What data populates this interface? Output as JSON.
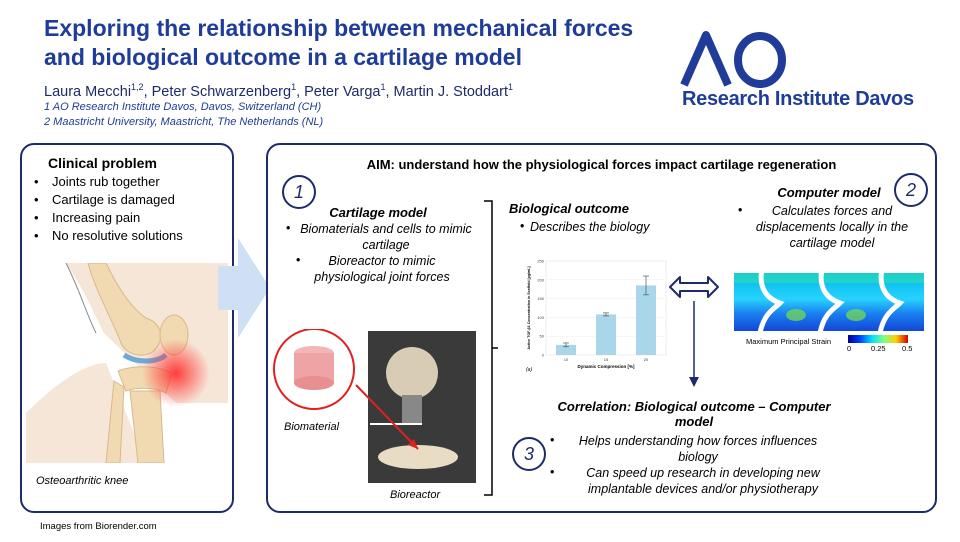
{
  "header": {
    "title": "Exploring the relationship between mechanical forces and biological outcome in a cartilage model",
    "authors": [
      {
        "name": "Laura Mecchi",
        "sup": "1,2"
      },
      {
        "name": "Peter Schwarzenberg",
        "sup": "1"
      },
      {
        "name": "Peter Varga",
        "sup": "1"
      },
      {
        "name": "Martin J. Stoddart",
        "sup": "1"
      }
    ],
    "affiliations": [
      "1 AO Research Institute Davos, Davos, Switzerland (CH)",
      "2 Maastricht University, Maastricht, The Netherlands (NL)"
    ],
    "logo": {
      "mark": "AO",
      "text": "Research Institute Davos"
    }
  },
  "clinical": {
    "title": "Clinical problem",
    "items": [
      "Joints rub together",
      "Cartilage is damaged",
      "Increasing pain",
      "No resolutive solutions"
    ],
    "image_caption": "Osteoarthritic knee"
  },
  "main": {
    "aim": "AIM: understand how the physiological forces impact cartilage regeneration",
    "cartilage": {
      "number": "1",
      "title": "Cartilage model",
      "items": [
        "Biomaterials and cells to mimic cartilage",
        "Bioreactor to mimic physiological joint forces"
      ],
      "biomaterial_caption": "Biomaterial",
      "bioreactor_caption": "Bioreactor"
    },
    "bio": {
      "title": "Biological outcome",
      "item": "Describes the biology"
    },
    "computer": {
      "number": "2",
      "title": "Computer model",
      "item": "Calculates forces and displacements locally in the cartilage model",
      "colorbar_label": "Maximum Principal Strain",
      "colorbar_ticks": [
        "0",
        "0.25",
        "0.5"
      ]
    },
    "correlation": {
      "number": "3",
      "title": "Correlation: Biological outcome – Computer model",
      "items": [
        "Helps understanding how forces influences biology",
        "Can speed up research in developing new implantable devices and/or physiotherapy"
      ]
    }
  },
  "chart_data": {
    "type": "bar",
    "categories": [
      "10",
      "15",
      "20"
    ],
    "values": [
      27,
      108,
      185
    ],
    "errors": [
      5,
      4,
      25
    ],
    "xlabel": "Dynamic Compression [%]",
    "ylabel": "Active TGF-β1 Concentration in Scaffold [pg/mL]",
    "ylim": [
      0,
      250
    ],
    "yticks": [
      "0",
      "50",
      "100",
      "150",
      "200",
      "250"
    ],
    "panel_label": "(a)",
    "bar_color": "#a9d6e8"
  },
  "footer": {
    "text": "Images from Biorender.com"
  }
}
